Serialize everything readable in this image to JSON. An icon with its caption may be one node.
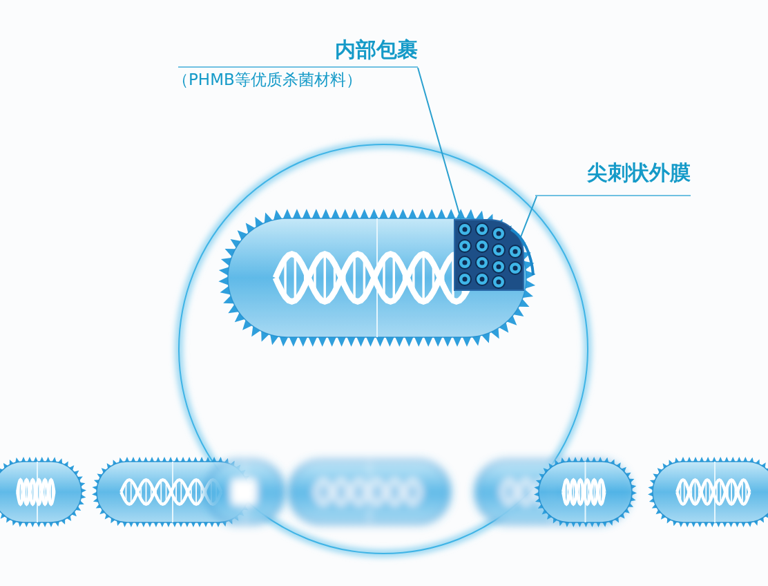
{
  "diagram": {
    "nodes": [
      {
        "text": [
          "内部包裹",
          "（PHMB等优质杀菌材料）"
        ]
      },
      {
        "text": [
          "尖刺状外膜"
        ]
      },
      {
        "text": [],
        "shape": "picture"
      },
      {
        "text": [],
        "shape": "picture"
      }
    ],
    "edges": [
      {
        "from": 0,
        "to": 2,
        "arrow": "none"
      },
      {
        "from": 1,
        "to": 3,
        "arrow": "none"
      }
    ]
  }
}
